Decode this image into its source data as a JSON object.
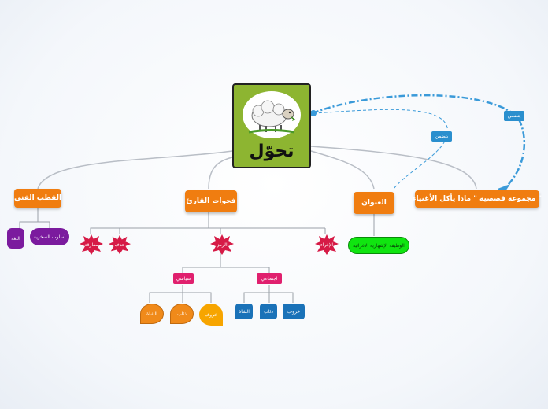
{
  "central": {
    "title": "تحوّل",
    "image": "sheep-illustration"
  },
  "main_topics": {
    "collection": "مجموعة قصصية \" ماذا يأكل الأغنياء \"",
    "title_topic": "العنوان",
    "reader_gaps": "فجوات القارئ",
    "artistic_pole": "القطب الفني"
  },
  "relation_labels": {
    "top": "يتضمن",
    "middle": "يتضمن"
  },
  "artistic_children": [
    "أسلوب السخرية",
    "اللغة"
  ],
  "title_child": "الوظيفة الإشهارية الإغرائية",
  "gaps_children": {
    "right": "الإغراء",
    "center": "الرمز",
    "left1": "حذف",
    "left2": "مفارقة"
  },
  "symbol_children": {
    "social": "اجتماعي",
    "political": "سياسي"
  },
  "social_children": [
    "خروف",
    "ذئاب",
    "الشاة"
  ],
  "political_children": [
    "خروف",
    "ذئاب",
    "الشاة"
  ],
  "colors": {
    "accent": "#f07d10",
    "central": "#8db531",
    "link": "#3a9ad9"
  }
}
